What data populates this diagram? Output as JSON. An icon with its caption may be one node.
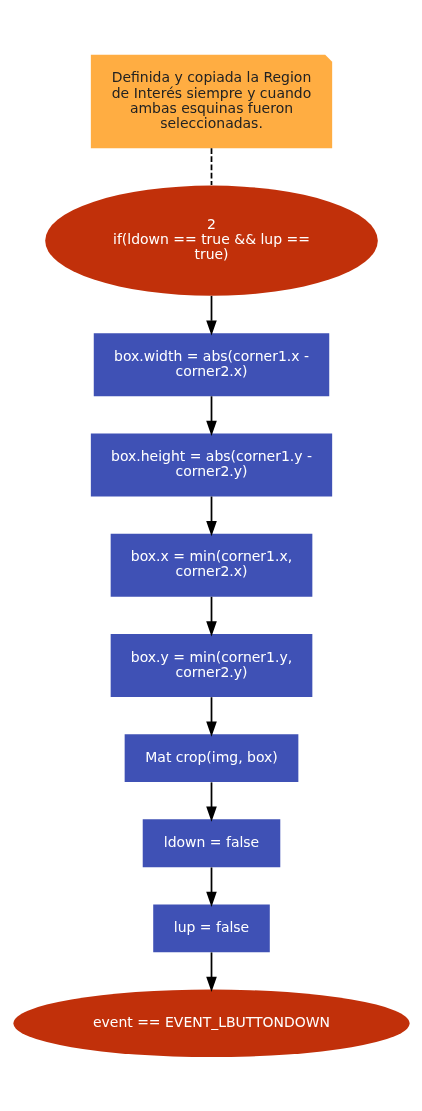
{
  "diagram": {
    "nodes": [
      {
        "text": [
          "Definida y copiada la Region de Interés siempre y cuando ambas esquinas fueron seleccionadas."
        ]
      },
      {
        "text": [
          "2",
          "if(ldown == true && lup == true)"
        ]
      },
      {
        "text": [
          "box.width = abs(corner1.x - corner2.x)"
        ]
      },
      {
        "text": [
          "box.height = abs(corner1.y - corner2.y)"
        ]
      },
      {
        "text": [
          "box.x = min(corner1.x, corner2.x)"
        ]
      },
      {
        "text": [
          "box.y = min(corner1.y, corner2.y)"
        ]
      },
      {
        "text": [
          "Mat crop(img, box)"
        ]
      },
      {
        "text": [
          "ldown = false"
        ]
      },
      {
        "text": [
          "lup = false"
        ]
      },
      {
        "text": [
          "event == EVENT_LBUTTONDOWN"
        ]
      }
    ],
    "edges": [
      {
        "from": 0,
        "to": 1,
        "arrow": "none",
        "style": "dashed"
      },
      {
        "from": 1,
        "to": 2,
        "arrow": "to"
      },
      {
        "from": 2,
        "to": 3,
        "arrow": "to"
      },
      {
        "from": 3,
        "to": 4,
        "arrow": "to"
      },
      {
        "from": 4,
        "to": 5,
        "arrow": "to"
      },
      {
        "from": 5,
        "to": 6,
        "arrow": "to"
      },
      {
        "from": 6,
        "to": 7,
        "arrow": "to"
      },
      {
        "from": 7,
        "to": 8,
        "arrow": "to"
      },
      {
        "from": 8,
        "to": 9,
        "arrow": "to"
      }
    ]
  }
}
